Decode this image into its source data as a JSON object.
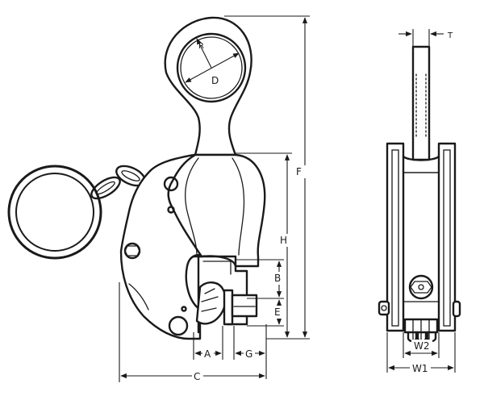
{
  "diagram": {
    "front_view": {
      "labels": {
        "R": "R",
        "D": "D",
        "F": "F",
        "H": "H",
        "B": "B",
        "E": "E",
        "A": "A",
        "G": "G",
        "C": "C"
      }
    },
    "side_view": {
      "labels": {
        "T": "T",
        "W2": "W2",
        "W1": "W1"
      }
    }
  }
}
